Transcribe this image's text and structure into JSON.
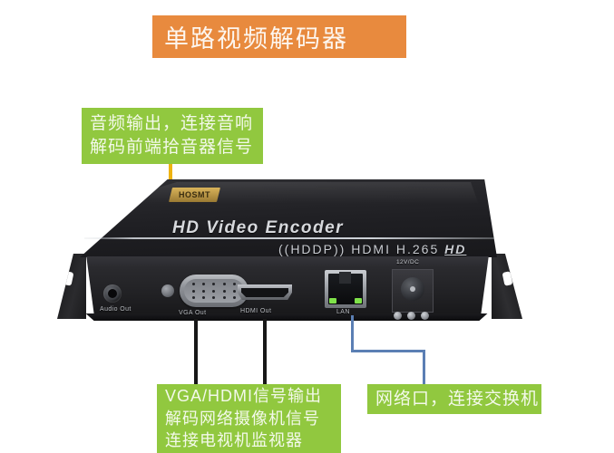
{
  "title": {
    "text": "单路视频解码器",
    "banner_color": "#e88a3e",
    "text_color": "#fdf6ef"
  },
  "callouts": {
    "audio": {
      "lines": [
        "音频输出，连接音响",
        "解码前端拾音器信号"
      ],
      "box_color": "#91c83f",
      "line_color": "#eeb311"
    },
    "video": {
      "lines": [
        "VGA/HDMI信号输出",
        "解码网络摄像机信号",
        "连接电视机监视器"
      ],
      "box_color": "#91c83f",
      "line_color": "#171717"
    },
    "lan": {
      "lines": [
        "网络口，连接交换机"
      ],
      "box_color": "#91c83f",
      "line_color": "#5b7fb4"
    }
  },
  "device": {
    "brand_badge": "HOSMT",
    "model_text": "HD Video Encoder",
    "spec_text": "((HDDP))  HDMI  H.265  ",
    "spec_suffix": "HD",
    "dc_label": "12V/DC",
    "ports": {
      "audio_label": "Audio Out",
      "vga_label": "VGA Out",
      "hdmi_label": "HDMI Out",
      "lan_label": "LAN"
    }
  }
}
